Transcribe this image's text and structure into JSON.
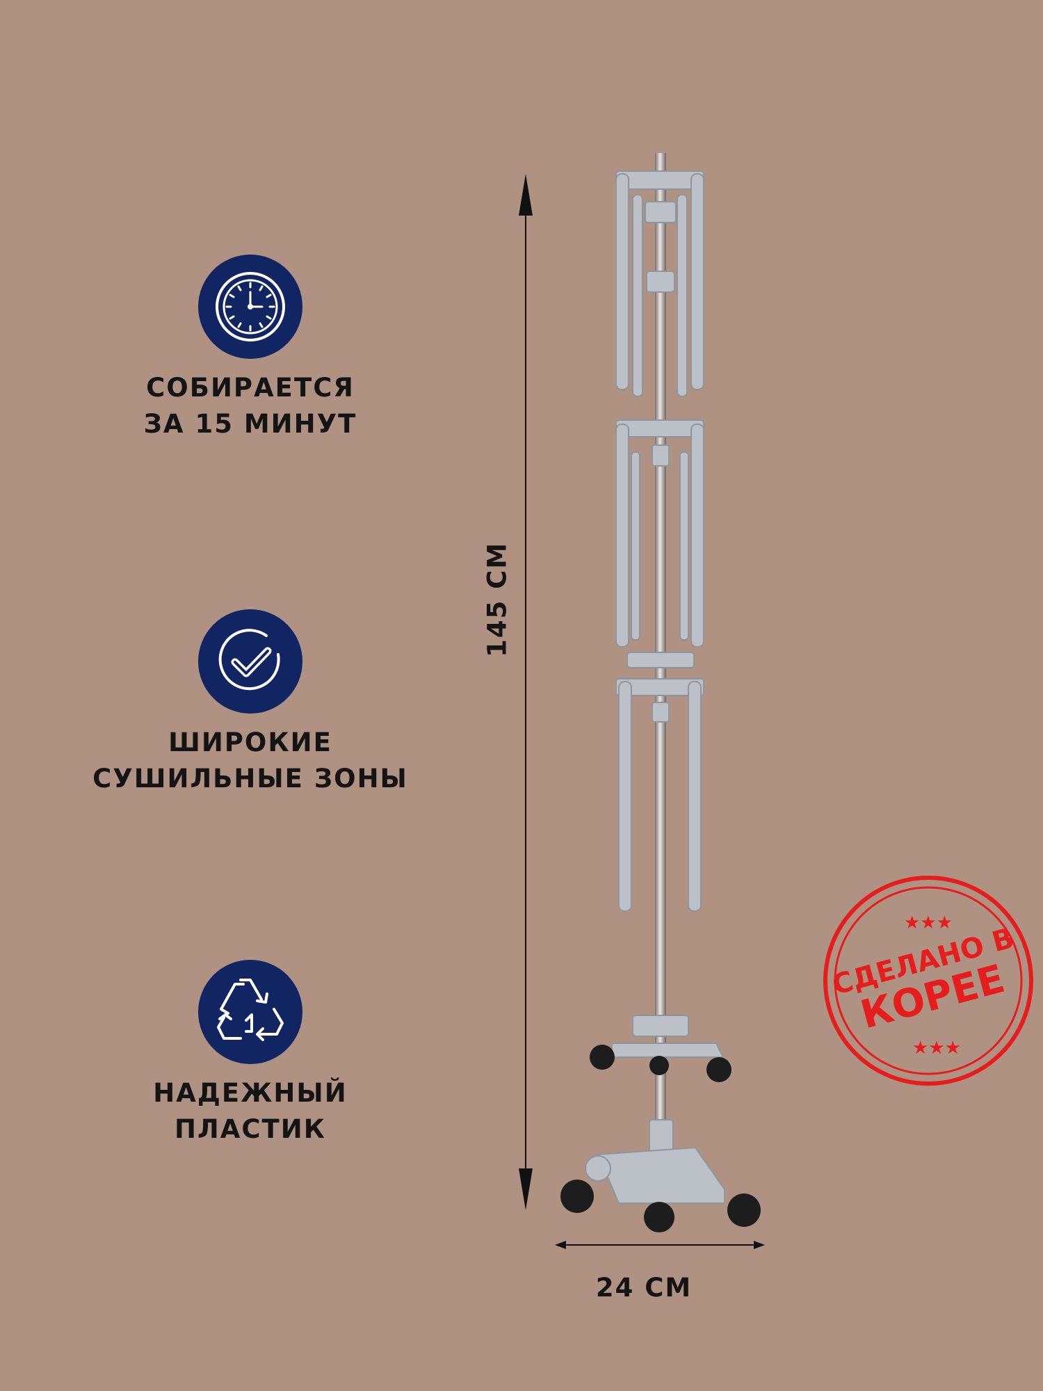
{
  "features": [
    {
      "icon": "clock-icon",
      "line1": "СОБИРАЕТСЯ",
      "line2": "ЗА 15 МИНУТ"
    },
    {
      "icon": "checkmark-icon",
      "line1": "ШИРОКИЕ",
      "line2": "СУШИЛЬНЫЕ ЗОНЫ"
    },
    {
      "icon": "recycle-icon",
      "line1": "НАДЕЖНЫЙ",
      "line2": "ПЛАСТИК"
    }
  ],
  "dimensions": {
    "height": "145 СМ",
    "width": "24 СМ"
  },
  "stamp": {
    "line1": "СДЕЛАНО В",
    "line2": "КОРЕЕ",
    "color": "#e51d1d"
  },
  "colors": {
    "background": "#b09282",
    "badge": "#102562",
    "text": "#141414",
    "rack": "#bcc1c8"
  }
}
